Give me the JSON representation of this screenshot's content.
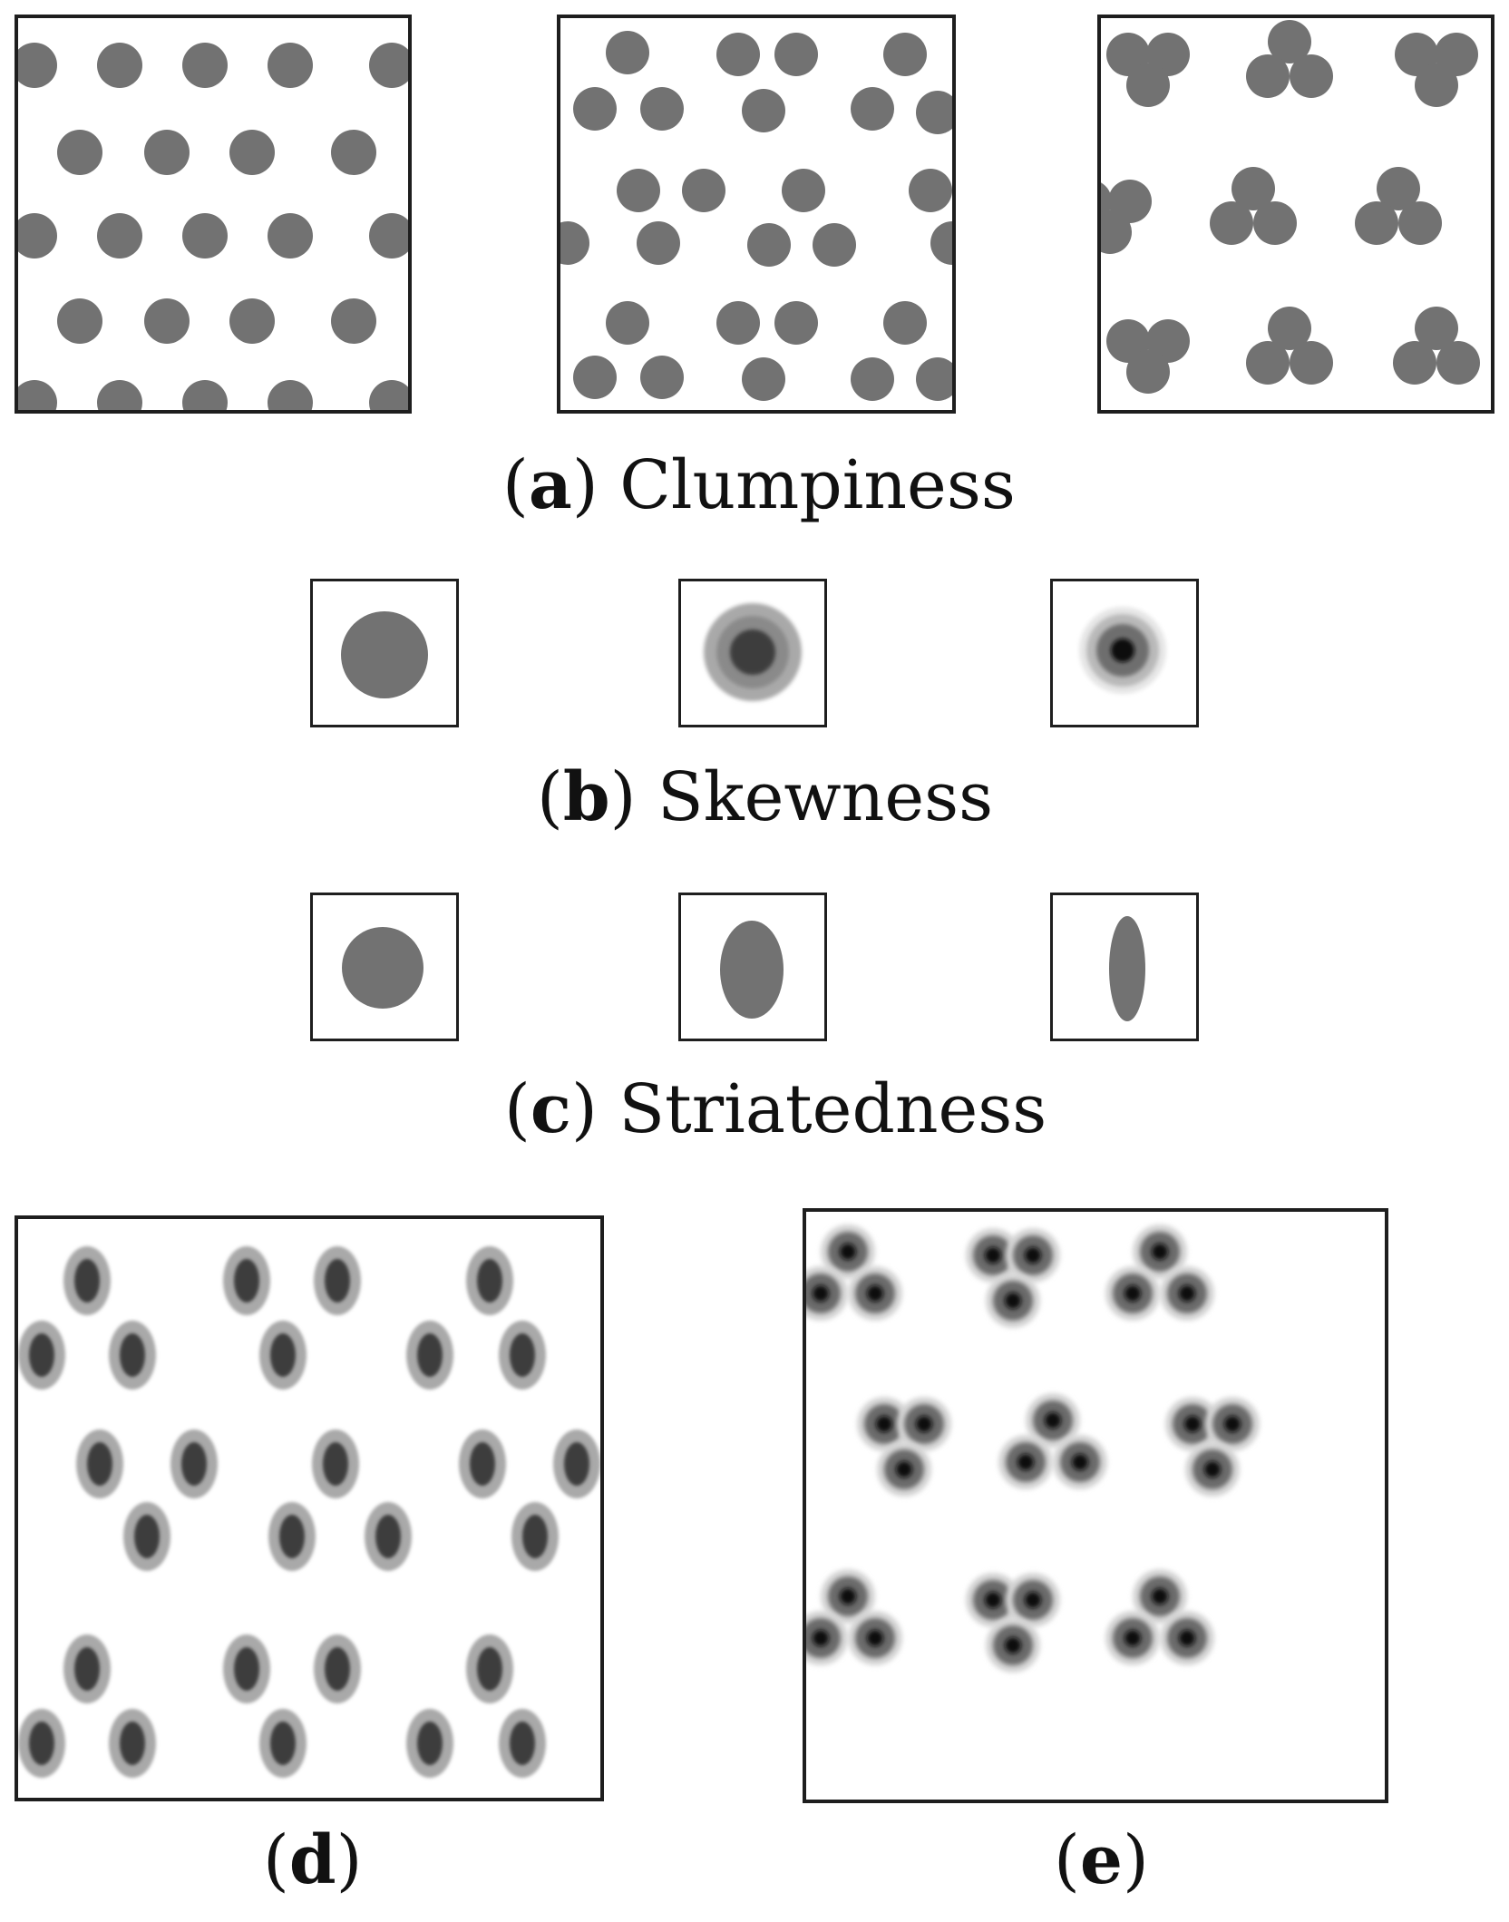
{
  "captions": {
    "a": {
      "letter": "a",
      "name": "Clumpiness"
    },
    "b": {
      "letter": "b",
      "name": "Skewness"
    },
    "c": {
      "letter": "c",
      "name": "Striatedness"
    },
    "d": {
      "letter": "d"
    },
    "e": {
      "letter": "e"
    }
  },
  "colors": {
    "spot_mid": "#727272",
    "ring_light": "#a9a9a9",
    "core_dark": "#3d3d3d",
    "core_black": "#111111",
    "frame": "#1e1e1e"
  }
}
